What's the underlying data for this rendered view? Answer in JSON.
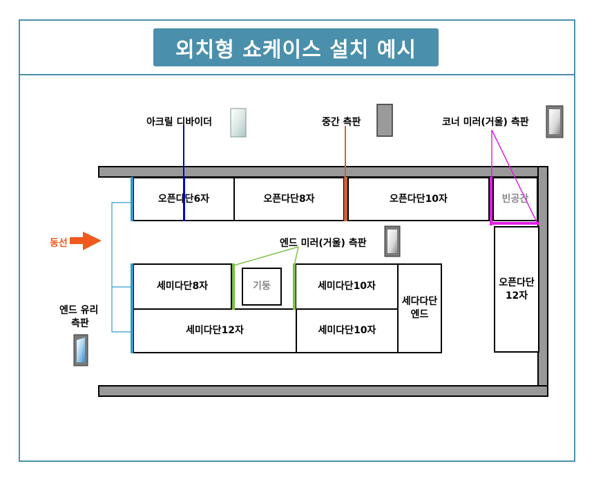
{
  "title": "외치형 쇼케이스 설치 예시",
  "legend": {
    "acrylic_divider": "아크릴 디바이더",
    "middle_side_panel": "중간 측판",
    "corner_mirror_panel": "코너 미러(거울) 측판",
    "end_mirror_panel": "엔드 미러(거울) 측판",
    "end_glass_panel_line1": "엔드 유리",
    "end_glass_panel_line2": "측판",
    "flow": "동선"
  },
  "fixtures": {
    "top_open_6": "오픈다단6자",
    "top_open_8": "오픈다단8자",
    "top_open_10": "오픈다단10자",
    "empty_space": "빈공간",
    "right_open_12_line1": "오픈다단",
    "right_open_12_line2": "12자",
    "semi_8": "세미다단8자",
    "pillar": "기둥",
    "semi_10_top": "세미다단10자",
    "upright_end_line1": "세다다단",
    "upright_end_line2": "엔드",
    "semi_12": "세미다단12자",
    "semi_10_bottom": "세미다단10자"
  },
  "colors": {
    "accent": "#4a8fab",
    "wall": "#999999",
    "acrylic_line": "#0000cc",
    "middle_panel_line": "#c8643c",
    "corner_mirror_line": "#e020e0",
    "end_mirror_line": "#7ac043",
    "end_glass_line": "#3399cc",
    "flow_arrow": "#f05a1e"
  }
}
